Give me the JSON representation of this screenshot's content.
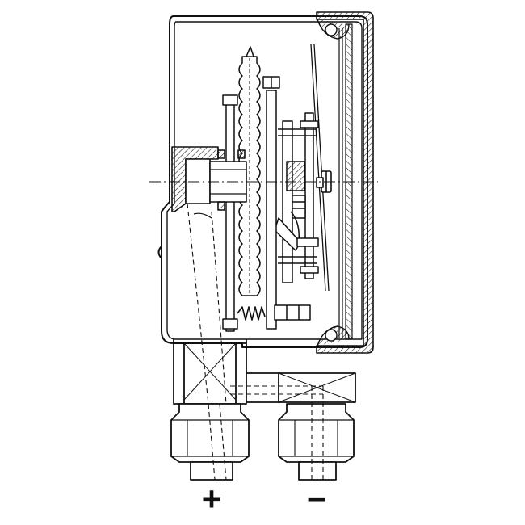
{
  "diagram": {
    "kind": "differential-pressure-gauge-cross-section",
    "line_color": "#111111",
    "hatch_color": "#222222",
    "background": "#ffffff",
    "ports": [
      {
        "symbol": "+",
        "name": "high-pressure-port"
      },
      {
        "symbol": "−",
        "name": "low-pressure-port"
      }
    ]
  }
}
